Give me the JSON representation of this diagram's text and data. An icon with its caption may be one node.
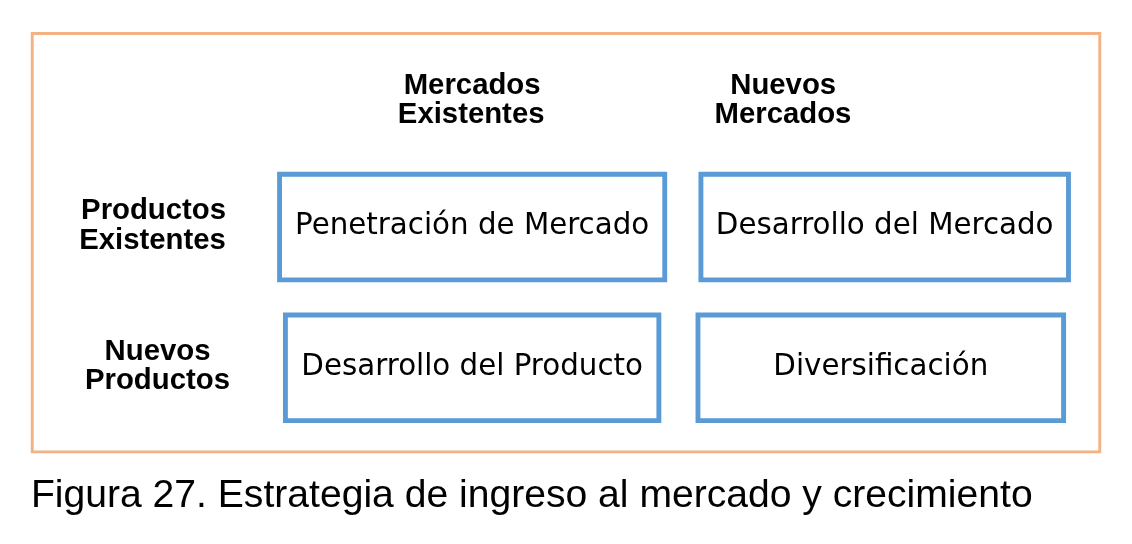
{
  "diagram": {
    "caption": "Figura 27. Estrategia de ingreso al mercado y crecimiento",
    "nodes": [
      {
        "text": [],
        "shape": "box"
      },
      {
        "text": [
          "Penetración de Mercado"
        ],
        "in": 0
      },
      {
        "text": [
          "Desarrollo del Mercado"
        ],
        "in": 0
      },
      {
        "text": [
          "Desarrollo del Producto"
        ],
        "in": 0
      },
      {
        "text": [
          "Diversificación"
        ],
        "in": 0
      }
    ],
    "edges": [],
    "labels": [
      "Mercados Existentes",
      "Nuevos Mercados",
      "Productos Existentes",
      "Nuevos Productos"
    ]
  }
}
